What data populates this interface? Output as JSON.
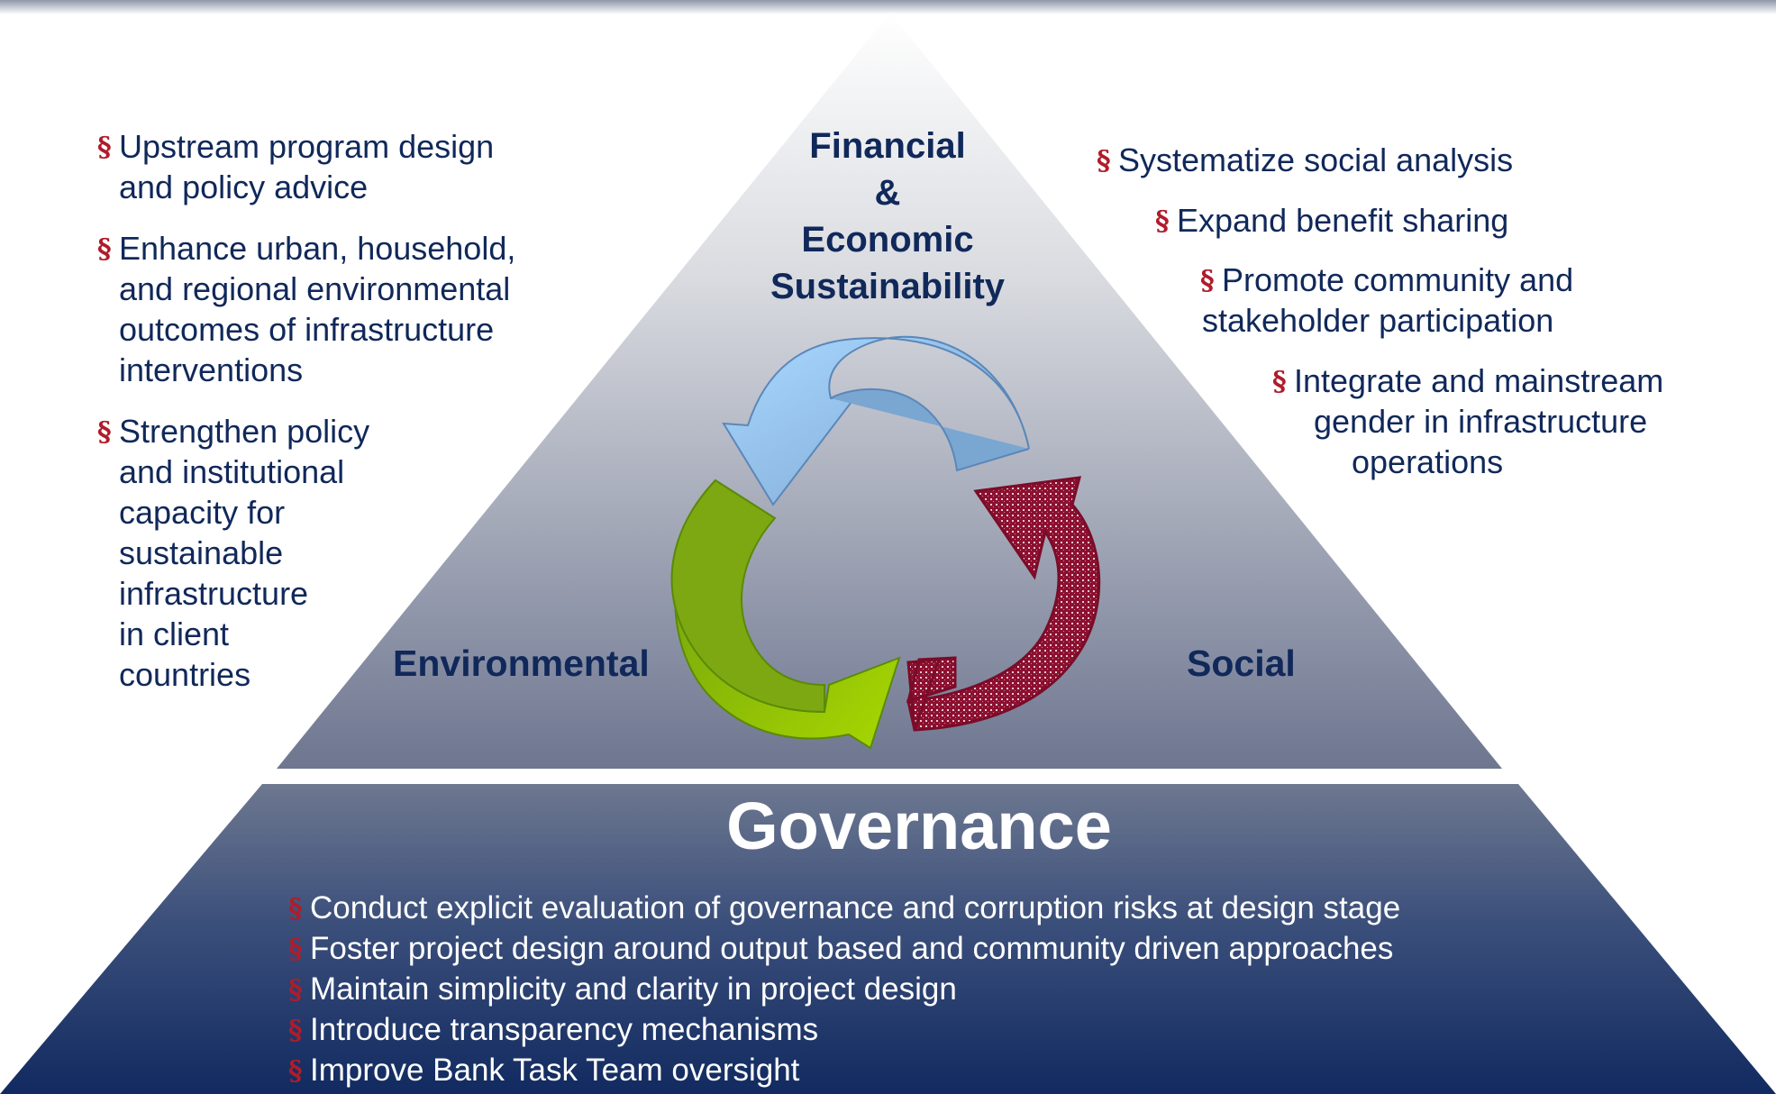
{
  "pillars": {
    "financial": {
      "title_lines": [
        "Financial",
        "&",
        "Economic",
        "Sustainability"
      ]
    },
    "environmental": {
      "title": "Environmental",
      "bullets": [
        [
          "Upstream program design",
          "and policy advice"
        ],
        [
          "Enhance urban, household,",
          "and regional environmental",
          "outcomes of infrastructure",
          "interventions"
        ],
        [
          "Strengthen policy",
          "and institutional",
          "capacity for",
          "sustainable",
          "infrastructure",
          "in client",
          "countries"
        ]
      ]
    },
    "social": {
      "title": "Social",
      "bullets": [
        [
          "Systematize social analysis"
        ],
        [
          "Expand benefit sharing"
        ],
        [
          "Promote community and",
          "stakeholder participation"
        ],
        [
          "Integrate and mainstream",
          "gender in infrastructure",
          "operations"
        ]
      ]
    }
  },
  "governance": {
    "title": "Governance",
    "bullets": [
      "Conduct explicit evaluation of governance and corruption risks at design stage",
      "Foster project design around output based and community driven approaches",
      "Maintain simplicity and clarity in project design",
      "Introduce transparency mechanisms",
      "Improve Bank Task Team oversight"
    ]
  },
  "bullet_symbol": "§",
  "colors": {
    "text_navy": "#10285a",
    "bullet_red": "#b01c2a",
    "arrow_blue": "#7aa6d2",
    "arrow_light_blue": "#9fcdf2",
    "arrow_green": "#8dbf10",
    "arrow_maroon": "#8a1030",
    "governance_band": "#1a3566"
  }
}
